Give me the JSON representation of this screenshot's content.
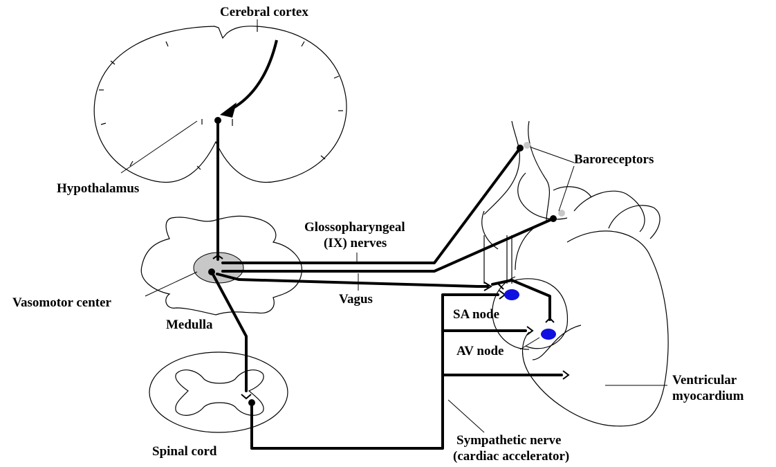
{
  "labels": {
    "cerebral_cortex": "Cerebral cortex",
    "hypothalamus": "Hypothalamus",
    "glossopharyngeal_line1": "Glossopharyngeal",
    "glossopharyngeal_line2": "(IX) nerves",
    "vagus": "Vagus",
    "vasomotor_center": "Vasomotor center",
    "medulla": "Medulla",
    "baroreceptors": "Baroreceptors",
    "sa_node": "SA node",
    "av_node": "AV node",
    "ventricular_line1": "Ventricular",
    "ventricular_line2": "myocardium",
    "spinal_cord": "Spinal cord",
    "sympathetic_line1": "Sympathetic nerve",
    "sympathetic_line2": "(cardiac accelerator)"
  },
  "colors": {
    "node_fill": "#1010e0",
    "vasomotor_fill": "#c8c8c8",
    "baroreceptor_fill": "#c8c8c8",
    "line": "#000000"
  }
}
